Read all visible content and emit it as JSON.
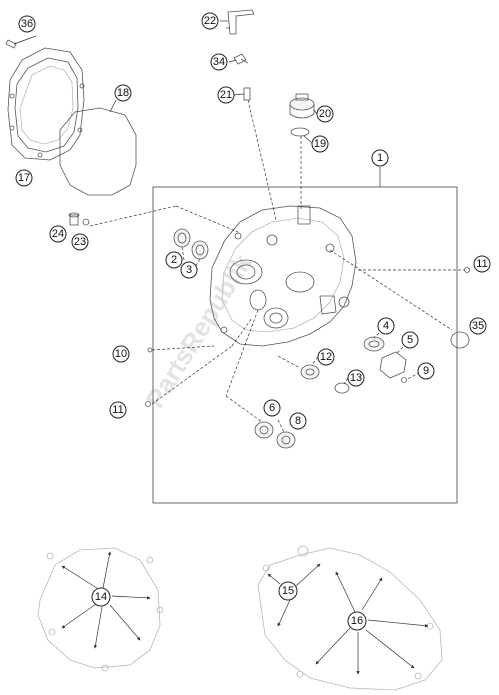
{
  "watermark": "PartsRepublik",
  "callouts": {
    "c1": "1",
    "c2": "2",
    "c3": "3",
    "c4": "4",
    "c5": "5",
    "c6": "6",
    "c8": "8",
    "c9": "9",
    "c10": "10",
    "c11a": "11",
    "c11b": "11",
    "c12": "12",
    "c13": "13",
    "c14": "14",
    "c15": "15",
    "c16": "16",
    "c17": "17",
    "c18": "18",
    "c19": "19",
    "c20": "20",
    "c21": "21",
    "c22": "22",
    "c23": "23",
    "c24": "24",
    "c34": "34",
    "c35": "35",
    "c36": "36"
  }
}
